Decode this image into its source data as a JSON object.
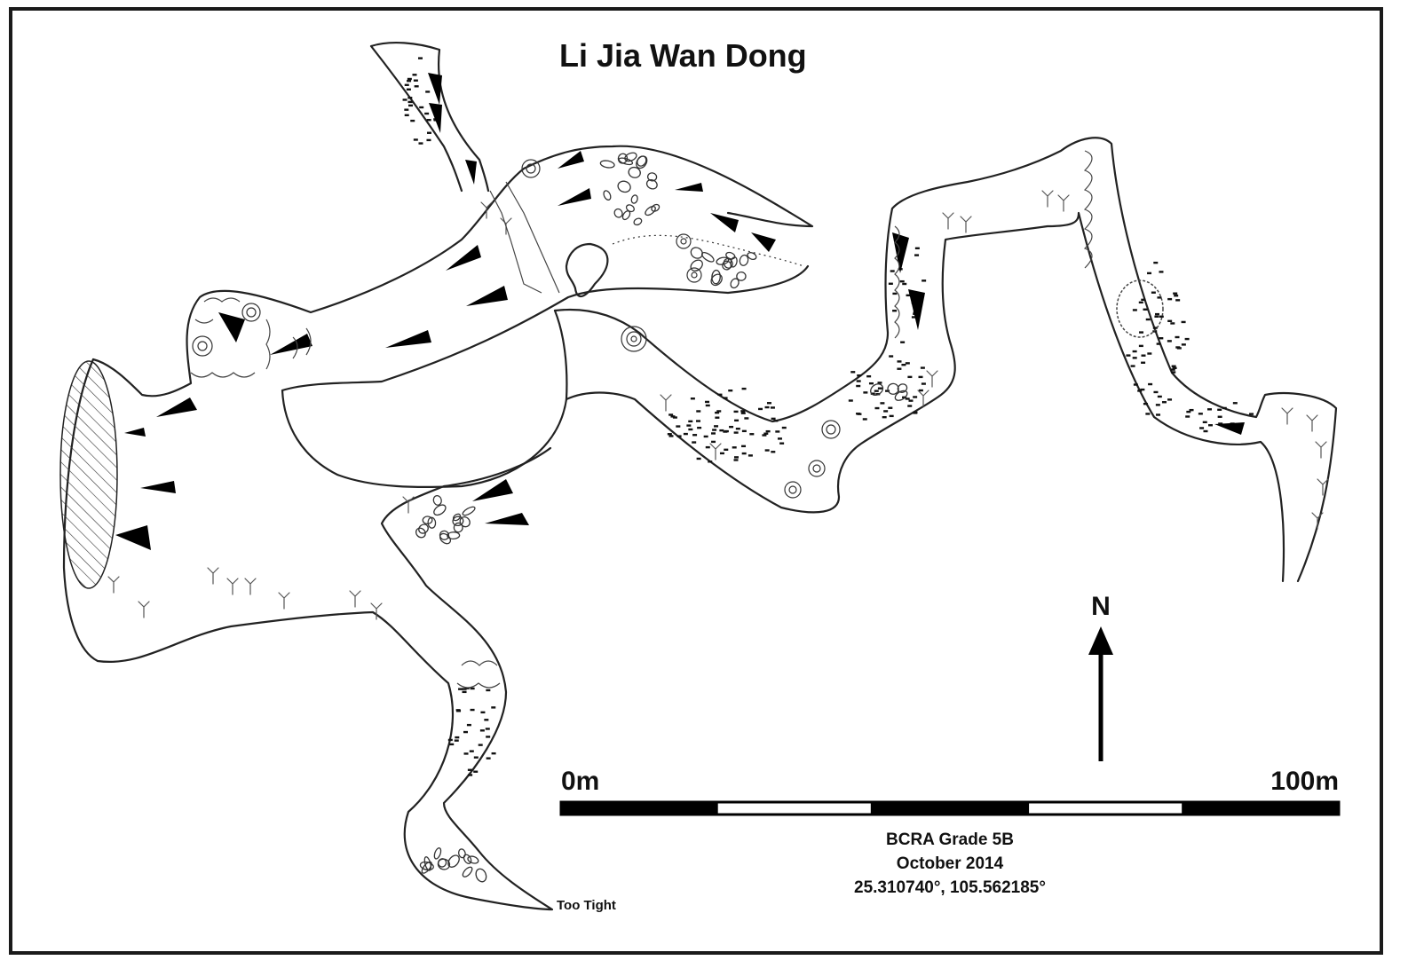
{
  "map": {
    "title": "Li Jia Wan Dong",
    "north_label": "N",
    "scale_bar": {
      "start_label": "0m",
      "end_label": "100m",
      "length_m": 100,
      "segments": 5,
      "colors": [
        "#000000",
        "#ffffff"
      ]
    },
    "survey_grade": "BCRA Grade 5B",
    "survey_date": "October 2014",
    "coordinates": "25.310740°, 105.562185°",
    "annotations": [
      {
        "text": "Too Tight"
      }
    ]
  }
}
